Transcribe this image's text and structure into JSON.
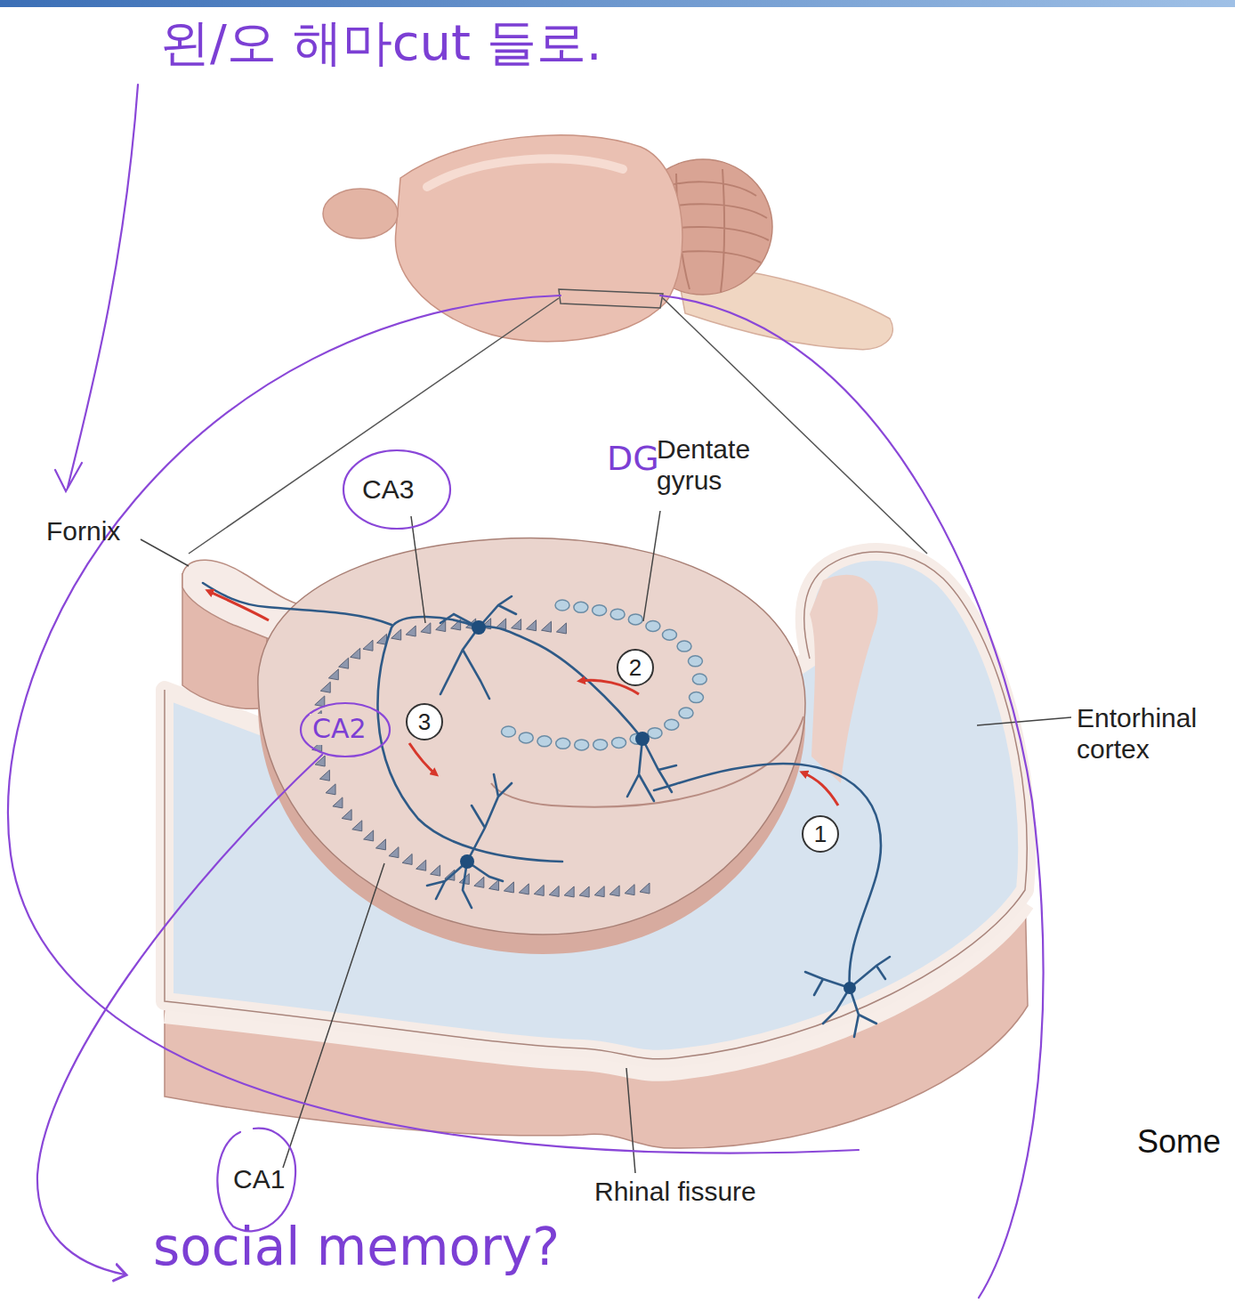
{
  "diagram": {
    "labels": [
      "왼/오 해마cut 들로.",
      "Fornix",
      "CA3",
      "Dentate gyrus",
      "DG",
      "Entorhinal cortex",
      "2",
      "CA2",
      "3",
      "1",
      "CA1",
      "Rhinal fissure",
      "social memory?",
      "Some"
    ]
  }
}
